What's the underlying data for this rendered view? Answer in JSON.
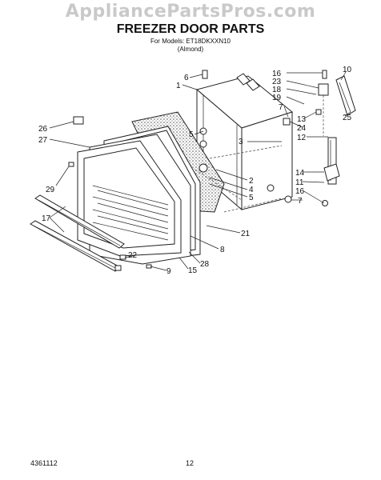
{
  "watermark": "AppliancePartsPros.com",
  "title": "FREEZER DOOR PARTS",
  "models_line1": "For Models: ET18DKXXN10",
  "models_line2": "(Almond)",
  "footer_code": "4361112",
  "page_number": "12",
  "callouts": {
    "c1": "1",
    "c2": "2",
    "c3": "3",
    "c4": "4",
    "c5a": "5",
    "c5b": "5",
    "c6": "6",
    "c7a": "7",
    "c7b": "7",
    "c8": "8",
    "c9": "9",
    "c10": "10",
    "c11": "11",
    "c12": "12",
    "c13": "13",
    "c14": "14",
    "c15": "15",
    "c16a": "16",
    "c16b": "16",
    "c17": "17",
    "c18": "18",
    "c19": "19",
    "c21": "21",
    "c22": "22",
    "c23": "23",
    "c24": "24",
    "c25": "25",
    "c26": "26",
    "c27": "27",
    "c28": "28",
    "c29": "29"
  }
}
